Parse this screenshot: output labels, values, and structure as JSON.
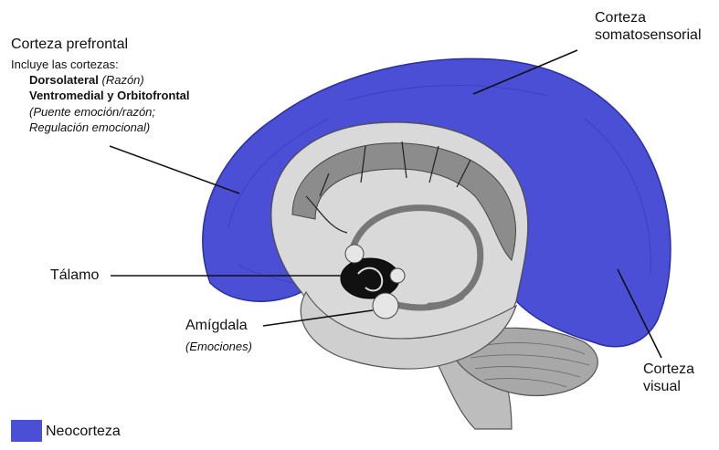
{
  "labels": {
    "prefrontal": {
      "title": "Corteza prefrontal",
      "includes": "Incluye las cortezas:",
      "dorsolateral": "Dorsolateral",
      "dorsolateral_note": "(Razón)",
      "ventromedial": "Ventromedial y Orbitofrontal",
      "note_line1": "(Puente emoción/razón;",
      "note_line2": "Regulación emocional)"
    },
    "somatosensory": {
      "line1": "Corteza",
      "line2": "somatosensorial"
    },
    "thalamus": "Tálamo",
    "amygdala": {
      "name": "Amígdala",
      "note": "(Emociones)"
    },
    "visual": {
      "line1": "Corteza",
      "line2": "visual"
    }
  },
  "legend": {
    "label": "Neocorteza",
    "color": "#4a4fd6"
  },
  "colors": {
    "neocortex": "#4a4fd6",
    "cingulate": "#8c8c8c",
    "inner_brain": "#d9d9d9",
    "thalamus": "#111111",
    "cerebellum": "#a8a8a8"
  }
}
